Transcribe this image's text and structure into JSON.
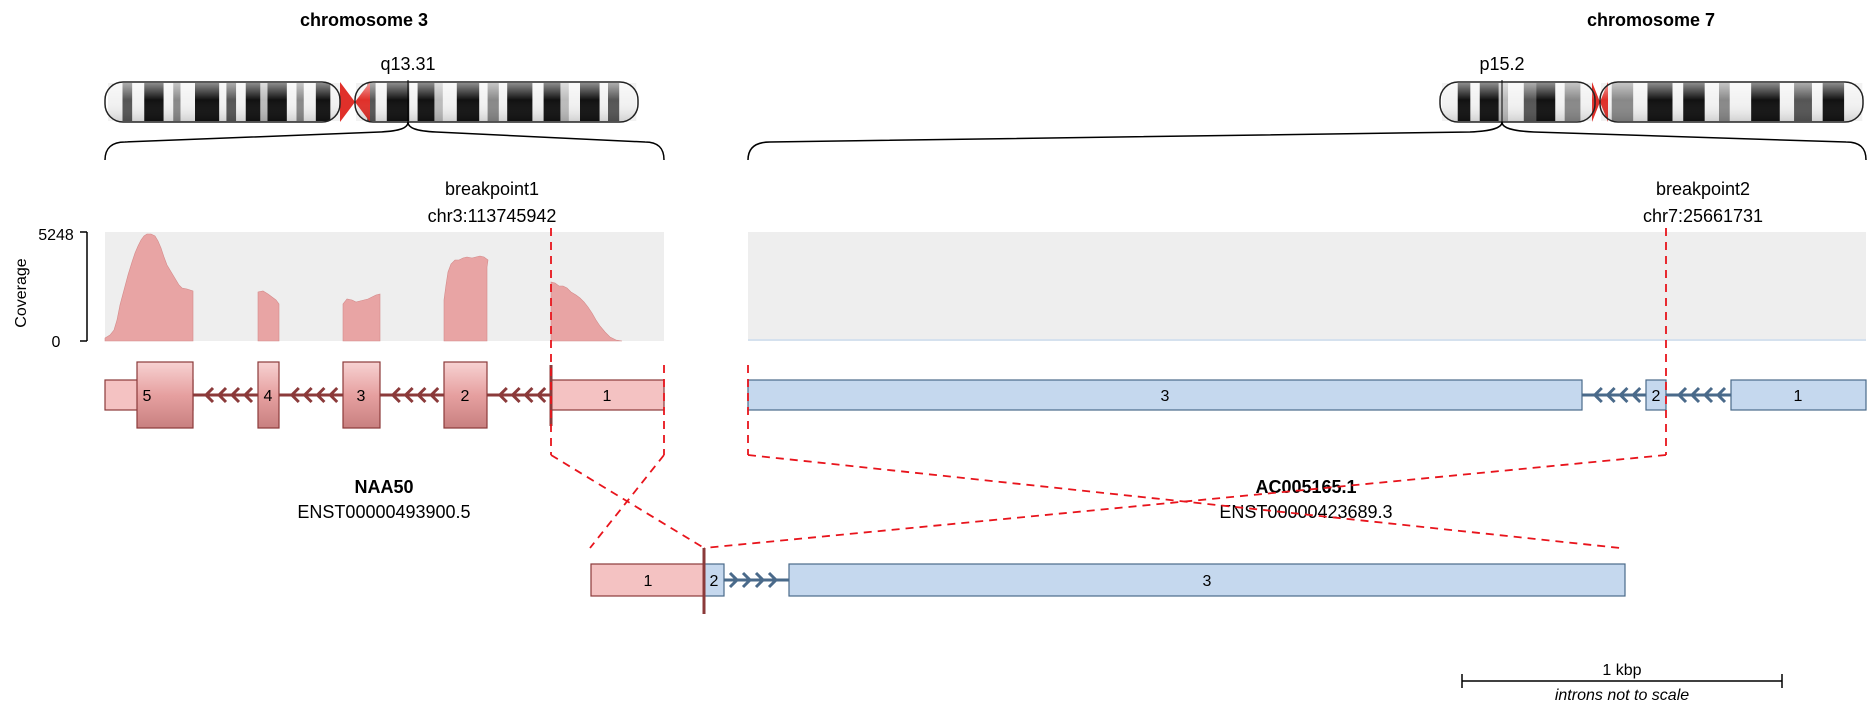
{
  "chromosomes": [
    {
      "title": "chromosome 3",
      "band": "q13.31"
    },
    {
      "title": "chromosome 7",
      "band": "p15.2"
    }
  ],
  "coverage": {
    "axis_label": "Coverage",
    "max_tick": "5248",
    "min_tick": "0"
  },
  "breakpoints": [
    {
      "name": "breakpoint1",
      "position": "chr3:113745942"
    },
    {
      "name": "breakpoint2",
      "position": "chr7:25661731"
    }
  ],
  "genes": [
    {
      "symbol": "NAA50",
      "transcript": "ENST00000493900.5",
      "strand": "-",
      "exons": [
        "5",
        "4",
        "3",
        "2",
        "1"
      ],
      "color": "#f4c2c2",
      "border": "#8b3a3a"
    },
    {
      "symbol": "AC005165.1",
      "transcript": "ENST00000423689.3",
      "strand": "-",
      "exons": [
        "3",
        "2",
        "1"
      ],
      "color": "#c5d8ee",
      "border": "#4a6a8a"
    }
  ],
  "fusion": {
    "exons": [
      "1",
      "2",
      "3"
    ]
  },
  "scale_bar": {
    "label": "1 kbp",
    "note": "introns not to scale"
  },
  "colors": {
    "breakpoint_line": "#e8141c",
    "coverage_fill": "#e8a4a4",
    "coverage_bg": "#eeeeee",
    "centromere": "#e0302a"
  }
}
